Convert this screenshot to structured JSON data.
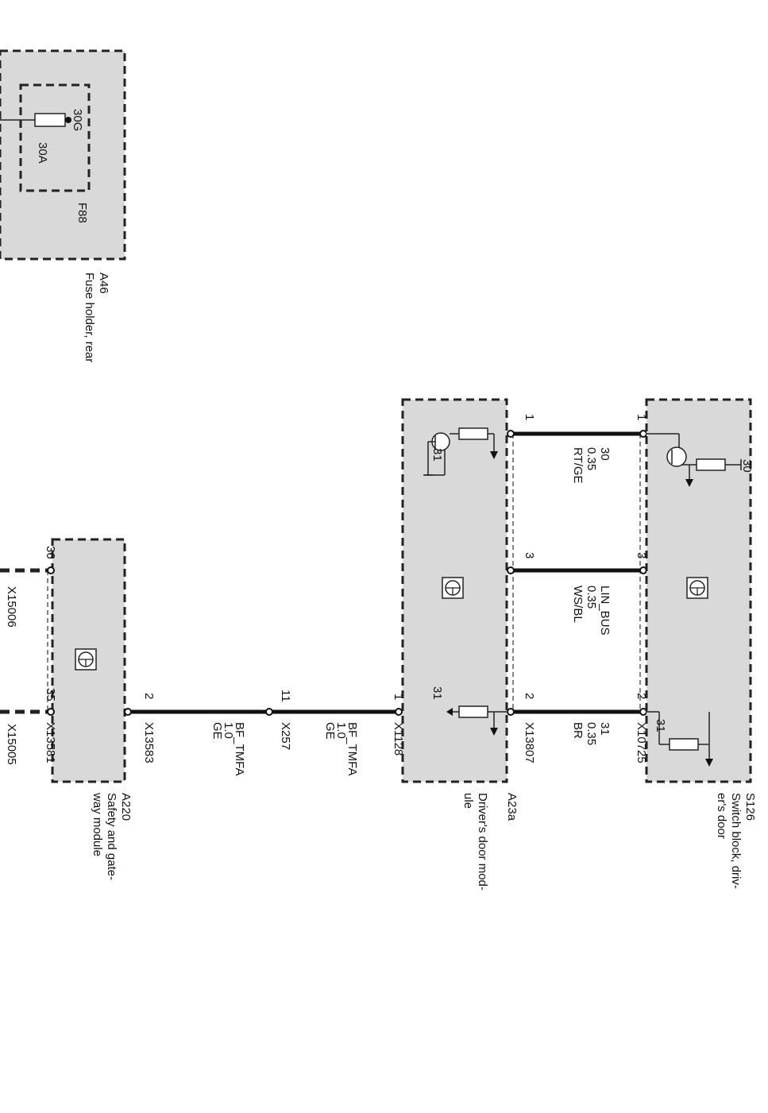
{
  "components": {
    "fuse_holder": {
      "id": "A46",
      "name": "Fuse holder, rear",
      "fuse_id": "F88",
      "terminal": "30G",
      "rating": "30A"
    },
    "safety_gateway": {
      "id": "A220",
      "name_line1": "Safety and gate-",
      "name_line2": "way module",
      "connector_main": "X13583",
      "connector_aux": "X13581",
      "pin_main": "2",
      "pin_a": "36",
      "pin_b": "35",
      "cont_a": "X15006",
      "cont_b": "X15005"
    },
    "door_module": {
      "id": "A23a",
      "name_line1": "Driver's door mod-",
      "name_line2": "ule",
      "connector_a": "X1128",
      "connector_b": "X13807",
      "pin_in": "1",
      "pin_1": "1",
      "pin_3": "3",
      "pin_2": "2",
      "ground": "31",
      "ground2": "31"
    },
    "switch_block": {
      "id": "S126",
      "name_line1": "Switch block, driv-",
      "name_line2": "er's door",
      "connector": "X10725",
      "pin_1": "1",
      "pin_3": "3",
      "pin_2": "2",
      "supply": "30",
      "ground": "31"
    },
    "connector_x257": {
      "id": "X257",
      "pin_left": "11"
    }
  },
  "wires": {
    "bf_a": {
      "name": "BF_TMFA",
      "size": "1.0",
      "color": "GE"
    },
    "bf_b": {
      "name": "BF_TMFA",
      "size": "1.0",
      "color": "GE"
    },
    "w30": {
      "name": "30",
      "size": "0.35",
      "color": "RT/GE"
    },
    "lin": {
      "name": "LIN_BUS",
      "size": "0.35",
      "color": "WS/BL"
    },
    "w31": {
      "name": "31",
      "size": "0.35",
      "color": "BR"
    }
  }
}
